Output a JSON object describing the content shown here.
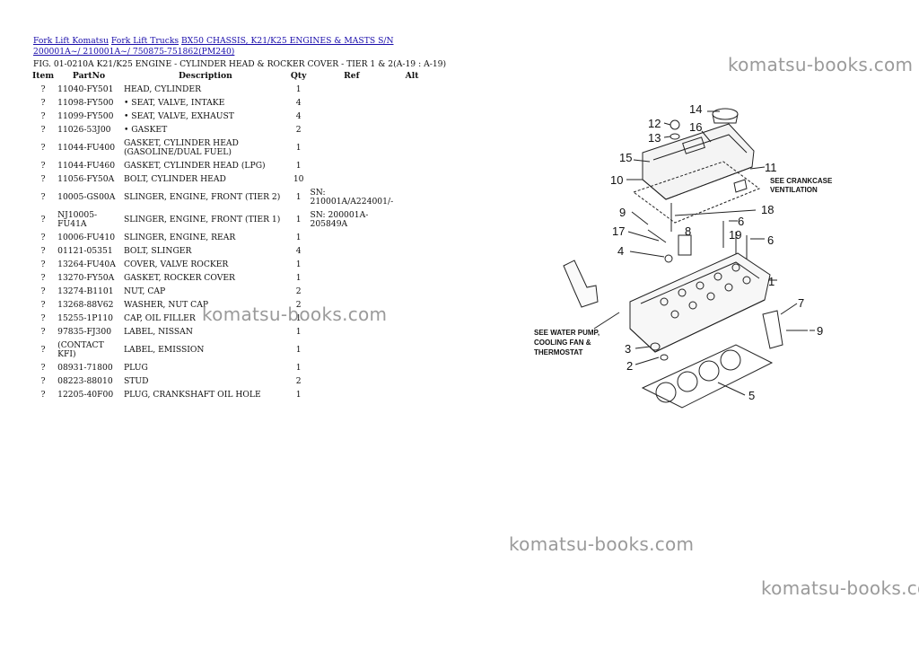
{
  "breadcrumb": {
    "link1": "Fork Lift Komatsu",
    "link2": "Fork Lift Trucks",
    "link3": "BX50 CHASSIS, K21/K25 ENGINES & MASTS S/N 200001A~/ 210001A~/ 750875-751862(PM240)"
  },
  "figure_title": "FIG. 01-0210A K21/K25 ENGINE - CYLINDER HEAD & ROCKER COVER - TIER 1 & 2(A-19 : A-19)",
  "table": {
    "headers": [
      "Item",
      "PartNo",
      "Description",
      "Qty",
      "Ref",
      "Alt"
    ],
    "rows": [
      {
        "item": "?",
        "part": "11040-FY501",
        "desc": "HEAD, CYLINDER",
        "qty": "1",
        "ref": "",
        "alt": ""
      },
      {
        "item": "?",
        "part": "11098-FY500",
        "desc": "• SEAT, VALVE, INTAKE",
        "qty": "4",
        "ref": "",
        "alt": ""
      },
      {
        "item": "?",
        "part": "11099-FY500",
        "desc": "• SEAT, VALVE, EXHAUST",
        "qty": "4",
        "ref": "",
        "alt": ""
      },
      {
        "item": "?",
        "part": "11026-53J00",
        "desc": "• GASKET",
        "qty": "2",
        "ref": "",
        "alt": ""
      },
      {
        "item": "?",
        "part": "11044-FU400",
        "desc": "GASKET, CYLINDER HEAD (GASOLINE/DUAL FUEL)",
        "qty": "1",
        "ref": "",
        "alt": ""
      },
      {
        "item": "?",
        "part": "11044-FU460",
        "desc": "GASKET, CYLINDER HEAD (LPG)",
        "qty": "1",
        "ref": "",
        "alt": ""
      },
      {
        "item": "?",
        "part": "11056-FY50A",
        "desc": "BOLT, CYLINDER HEAD",
        "qty": "10",
        "ref": "",
        "alt": ""
      },
      {
        "item": "?",
        "part": "10005-GS00A",
        "desc": "SLINGER, ENGINE, FRONT (TIER 2)",
        "qty": "1",
        "ref": "SN: 210001A/A224001/-",
        "alt": ""
      },
      {
        "item": "?",
        "part": "NJ10005-FU41A",
        "desc": "SLINGER, ENGINE, FRONT (TIER 1)",
        "qty": "1",
        "ref": "SN: 200001A-205849A",
        "alt": ""
      },
      {
        "item": "?",
        "part": "10006-FU410",
        "desc": "SLINGER, ENGINE, REAR",
        "qty": "1",
        "ref": "",
        "alt": ""
      },
      {
        "item": "?",
        "part": "01121-05351",
        "desc": "BOLT, SLINGER",
        "qty": "4",
        "ref": "",
        "alt": ""
      },
      {
        "item": "?",
        "part": "13264-FU40A",
        "desc": "COVER, VALVE ROCKER",
        "qty": "1",
        "ref": "",
        "alt": ""
      },
      {
        "item": "?",
        "part": "13270-FY50A",
        "desc": "GASKET, ROCKER COVER",
        "qty": "1",
        "ref": "",
        "alt": ""
      },
      {
        "item": "?",
        "part": "13274-B1101",
        "desc": "NUT, CAP",
        "qty": "2",
        "ref": "",
        "alt": ""
      },
      {
        "item": "?",
        "part": "13268-88V62",
        "desc": "WASHER, NUT CAP",
        "qty": "2",
        "ref": "",
        "alt": ""
      },
      {
        "item": "?",
        "part": "15255-1P110",
        "desc": "CAP, OIL FILLER",
        "qty": "1",
        "ref": "",
        "alt": ""
      },
      {
        "item": "?",
        "part": "97835-FJ300",
        "desc": "LABEL, NISSAN",
        "qty": "1",
        "ref": "",
        "alt": ""
      },
      {
        "item": "?",
        "part": "(CONTACT KFI)",
        "desc": "LABEL, EMISSION",
        "qty": "1",
        "ref": "",
        "alt": ""
      },
      {
        "item": "?",
        "part": "08931-71800",
        "desc": "PLUG",
        "qty": "1",
        "ref": "",
        "alt": ""
      },
      {
        "item": "?",
        "part": "08223-88010",
        "desc": "STUD",
        "qty": "2",
        "ref": "",
        "alt": ""
      },
      {
        "item": "?",
        "part": "12205-40F00",
        "desc": "PLUG, CRANKSHAFT OIL HOLE",
        "qty": "1",
        "ref": "",
        "alt": ""
      }
    ]
  },
  "watermark": "komatsu-books.com",
  "diagram": {
    "callouts": [
      "1",
      "2",
      "3",
      "4",
      "5",
      "6",
      "6",
      "7",
      "8",
      "9",
      "9",
      "10",
      "11",
      "12",
      "13",
      "14",
      "15",
      "16",
      "17",
      "18",
      "19"
    ],
    "note_crankcase": [
      "SEE CRANKCASE",
      "VENTILATION"
    ],
    "note_water_pump": [
      "SEE WATER PUMP,",
      "COOLING FAN &",
      "THERMOSTAT"
    ]
  }
}
